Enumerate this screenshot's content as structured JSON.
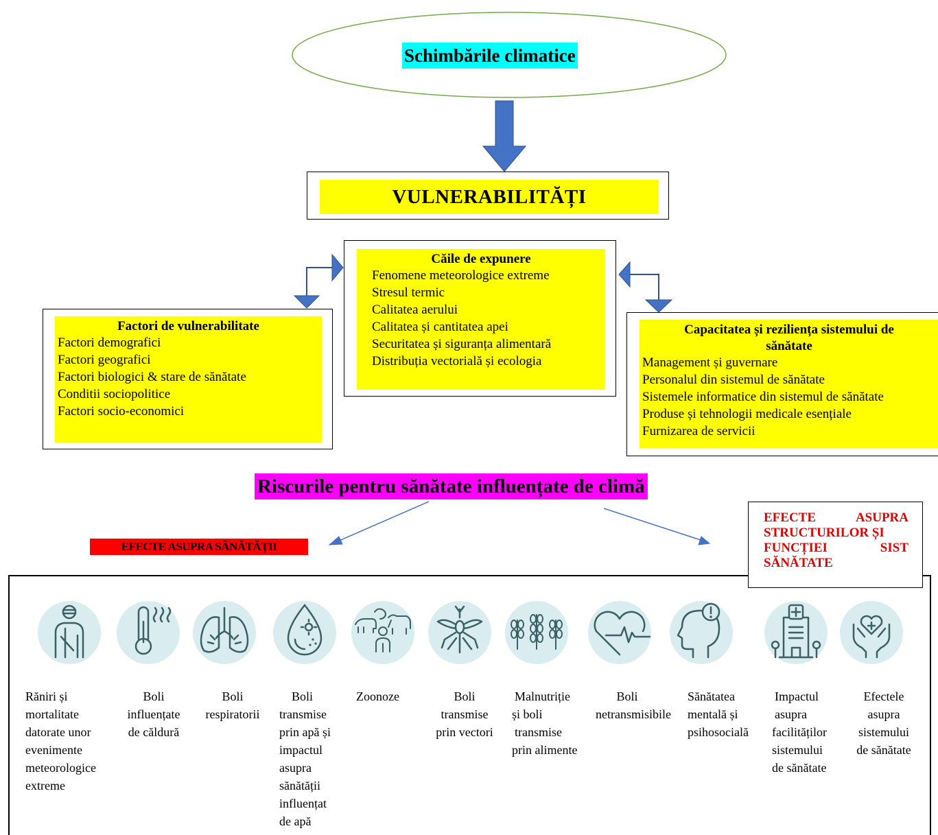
{
  "title": "Schimbările climatice",
  "vulnerabilities": "VULNERABILITĂȚI",
  "exposure": {
    "title": "Căile de expunere",
    "items": [
      "Fenomene meteorologice extreme",
      "Stresul termic",
      "Calitatea aerului",
      "Calitatea și cantitatea apei",
      "Securitatea și siguranța alimentară",
      "Distribuția vectorială și ecologia"
    ]
  },
  "factors": {
    "title": "Factori de vulnerabilitate",
    "items": [
      "Factori demografici",
      "Factori geografici",
      "Factori biologici & stare de sănătate",
      "Conditii sociopolitice",
      "Factori socio-economici"
    ]
  },
  "capacity": {
    "title_line1": "Capacitatea și reziliența sistemului de",
    "title_line2": "sănătate",
    "items": [
      "Management și guvernare",
      "Personalul din sistemul de sănătate",
      "Sistemele informatice din sistemul de sănătate",
      "Produse și tehnologii medicale esențiale",
      "Furnizarea de servicii"
    ]
  },
  "risks_title": "Riscurile pentru sănătate influențate de climă",
  "health_effects_label": "EFECTE ASUPRA SĂNĂTĂȚII",
  "structure_effects": {
    "line1_a": "EFECTE",
    "line1_b": "ASUPRA",
    "line2": "STRUCTURILOR ȘI",
    "line3_a": "FUNCȚIEI",
    "line3_b": "SIST",
    "line4": "SĂNĂTATE"
  },
  "effects": [
    {
      "icon": "injured-person-icon",
      "lines": [
        "Răniri și",
        "mortalitate",
        "datorate unor",
        "evenimente",
        "meteorologice",
        "extreme"
      ]
    },
    {
      "icon": "thermometer-heat-icon",
      "lines": [
        "Boli",
        "influențate",
        "de căldură"
      ]
    },
    {
      "icon": "lungs-icon",
      "lines": [
        "Boli",
        "respiratorii"
      ]
    },
    {
      "icon": "water-drop-icon",
      "lines": [
        "Boli",
        "transmise",
        "prin apă și",
        "impactul",
        "asupra",
        "sănătății",
        "influențat",
        "de apă"
      ]
    },
    {
      "icon": "animals-person-icon",
      "lines": [
        "Zoonoze"
      ]
    },
    {
      "icon": "mosquito-icon",
      "lines": [
        "Boli",
        "transmise",
        "prin vectori"
      ]
    },
    {
      "icon": "grain-icon",
      "lines": [
        "Malnutriție",
        "și boli",
        "transmise",
        "prin alimente"
      ]
    },
    {
      "icon": "heart-pulse-icon",
      "lines": [
        "Boli",
        "netransmisibile"
      ]
    },
    {
      "icon": "head-alert-icon",
      "lines": [
        "Sănătatea",
        "mentală și",
        "psihosocială"
      ]
    },
    {
      "icon": "hospital-icon",
      "lines": [
        "Impactul",
        "asupra",
        "facilităților",
        "sistemului",
        "de sănătate"
      ]
    },
    {
      "icon": "hands-heart-icon",
      "lines": [
        "Efectele",
        "asupra",
        "sistemului",
        "de sănătate"
      ]
    }
  ],
  "colors": {
    "highlight_cyan": "#00ffff",
    "highlight_yellow": "#ffff00",
    "highlight_magenta": "#ff00ff",
    "highlight_red": "#ff0000",
    "red_text": "#e00000",
    "arrow_blue": "#4472c4",
    "ellipse_green": "#70ad47",
    "icon_circle": "#d9ecef",
    "icon_stroke": "#3a5f64"
  }
}
